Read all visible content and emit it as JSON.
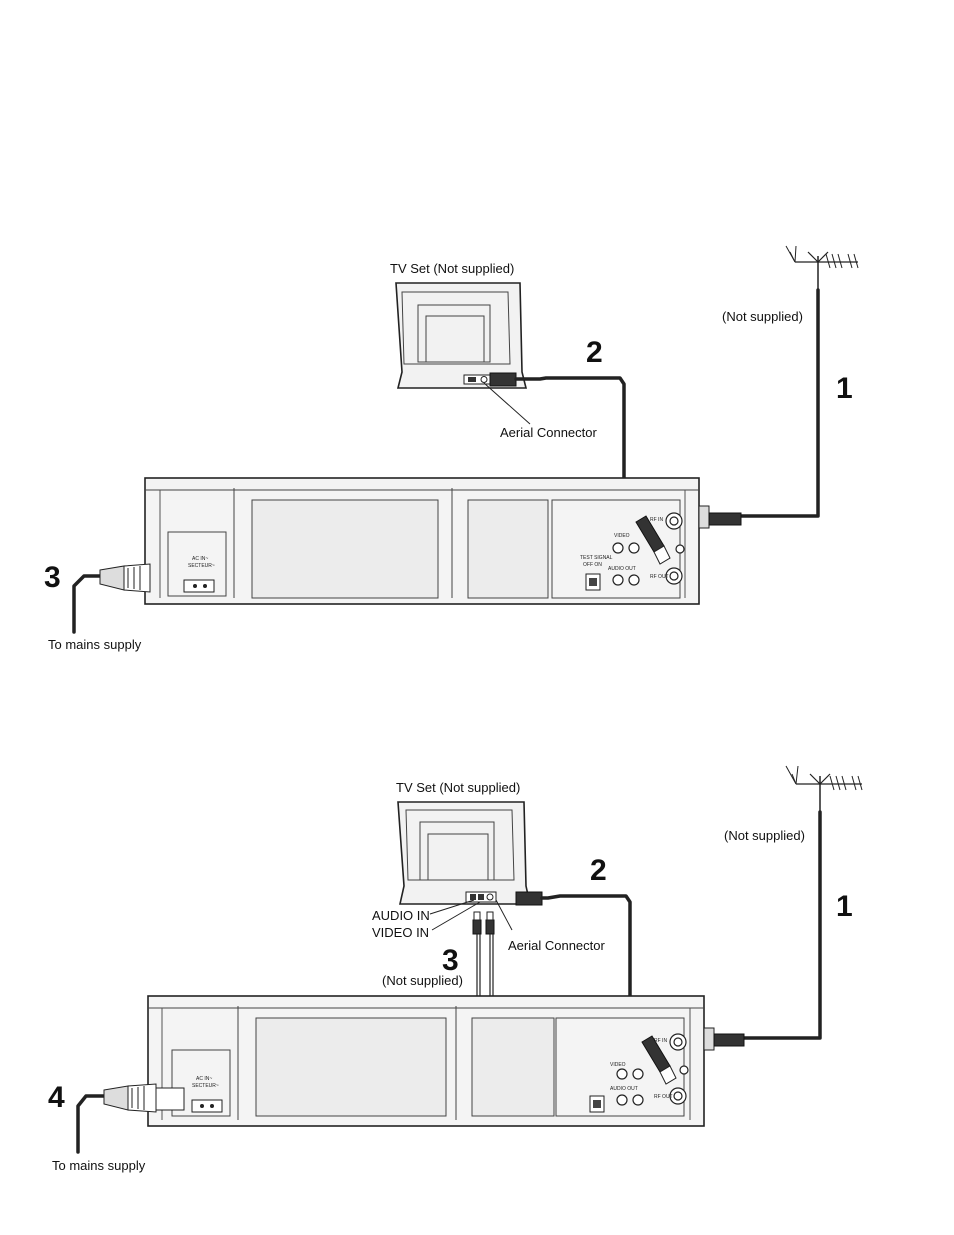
{
  "diagram1": {
    "tv_label": "TV Set (Not supplied)",
    "aerial_not_supplied": "(Not supplied)",
    "aerial_connector": "Aerial Connector",
    "step1": "1",
    "step2": "2",
    "step3": "3",
    "mains": "To mains supply",
    "panel": {
      "ac_in": "AC IN~",
      "secteur": "SECTEUR~",
      "rf_in": "RF IN",
      "rf_out": "RF OUT",
      "video": "VIDEO",
      "audio_out": "AUDIO OUT",
      "test_signal": "TEST SIGNAL",
      "off_on": "OFF ON"
    }
  },
  "diagram2": {
    "tv_label": "TV Set (Not supplied)",
    "aerial_not_supplied": "(Not supplied)",
    "aerial_connector": "Aerial Connector",
    "audio_in": "AUDIO IN",
    "video_in": "VIDEO IN",
    "cable_not_supplied": "(Not supplied)",
    "step1": "1",
    "step2": "2",
    "step3": "3",
    "step4": "4",
    "mains": "To mains supply",
    "panel": {
      "ac_in": "AC IN~",
      "secteur": "SECTEUR~",
      "rf_in": "RF IN",
      "rf_out": "RF OUT",
      "video": "VIDEO",
      "audio_out": "AUDIO OUT"
    }
  }
}
